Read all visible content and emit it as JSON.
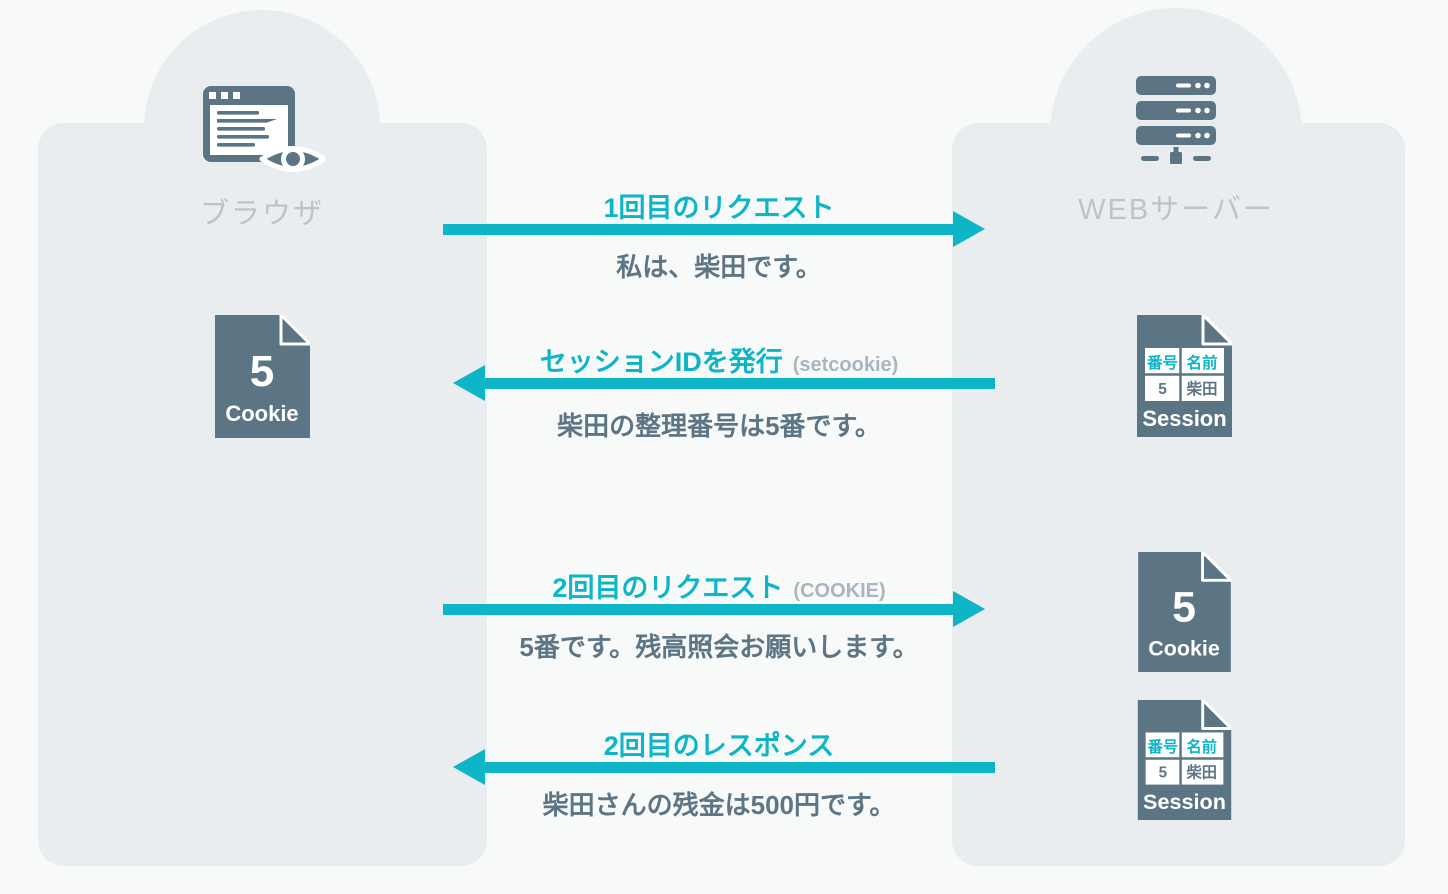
{
  "palette": {
    "background": "#f8f9f9",
    "panel": "#e9edf0",
    "slate": "#5b7585",
    "cyan": "#0db5c7",
    "muted": "#bac4cb",
    "annotation": "#a9b6be",
    "message": "#5d7585"
  },
  "nodes": {
    "browser": {
      "label": "ブラウザ",
      "icon": "browser-window-eye-icon"
    },
    "server": {
      "label": "WEBサーバー",
      "icon": "server-rack-icon"
    }
  },
  "flows": [
    {
      "title": "1回目のリクエスト",
      "annotation": "",
      "direction": "right",
      "message": "私は、柴田です。"
    },
    {
      "title": "セッションIDを発行",
      "annotation": "(setcookie)",
      "direction": "left",
      "message": "柴田の整理番号は5番です。"
    },
    {
      "title": "2回目のリクエスト",
      "annotation": "(COOKIE)",
      "direction": "right",
      "message": "5番です。残高照会お願いします。"
    },
    {
      "title": "2回目のレスポンス",
      "annotation": "",
      "direction": "left",
      "message": "柴田さんの残金は500円です。"
    }
  ],
  "cookie_doc": {
    "value": "5",
    "label": "Cookie"
  },
  "session_doc": {
    "label": "Session",
    "table": {
      "headers": [
        "番号",
        "名前"
      ],
      "row": [
        "5",
        "柴田"
      ]
    }
  }
}
